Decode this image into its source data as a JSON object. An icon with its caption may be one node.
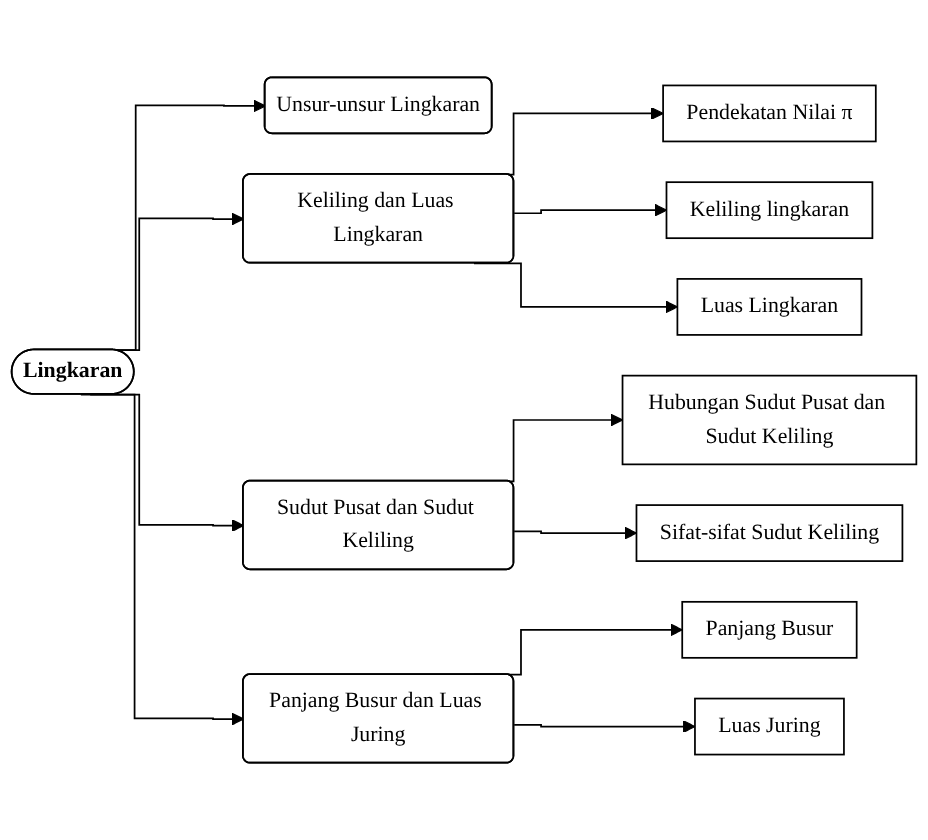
{
  "diagram": {
    "nodes": [
      {
        "text": [
          "Lingkaran"
        ]
      },
      {
        "text": [
          "Unsur-unsur Lingkaran"
        ]
      },
      {
        "text": [
          "Keliling dan Luas Lingkaran"
        ]
      },
      {
        "text": [
          "Pendekatan Nilai π"
        ]
      },
      {
        "text": [
          "Keliling lingkaran"
        ]
      },
      {
        "text": [
          "Luas Lingkaran"
        ]
      },
      {
        "text": [
          "Sudut Pusat dan Sudut Keliling"
        ]
      },
      {
        "text": [
          "Hubungan Sudut Pusat dan Sudut Keliling"
        ]
      },
      {
        "text": [
          "Sifat-sifat Sudut Keliling"
        ]
      },
      {
        "text": [
          "Panjang Busur dan Luas Juring"
        ]
      },
      {
        "text": [
          "Panjang Busur"
        ]
      },
      {
        "text": [
          "Luas Juring"
        ]
      }
    ],
    "edges": [
      {
        "from": 0,
        "to": 1,
        "arrow": "to"
      },
      {
        "from": 0,
        "to": 2,
        "arrow": "to"
      },
      {
        "from": 0,
        "to": 6,
        "arrow": "to"
      },
      {
        "from": 0,
        "to": 9,
        "arrow": "to"
      },
      {
        "from": 2,
        "to": 3,
        "arrow": "to"
      },
      {
        "from": 2,
        "to": 4,
        "arrow": "to"
      },
      {
        "from": 2,
        "to": 5,
        "arrow": "to"
      },
      {
        "from": 6,
        "to": 7,
        "arrow": "to"
      },
      {
        "from": 6,
        "to": 8,
        "arrow": "to"
      },
      {
        "from": 9,
        "to": 10,
        "arrow": "to"
      },
      {
        "from": 9,
        "to": 11,
        "arrow": "to"
      }
    ]
  }
}
